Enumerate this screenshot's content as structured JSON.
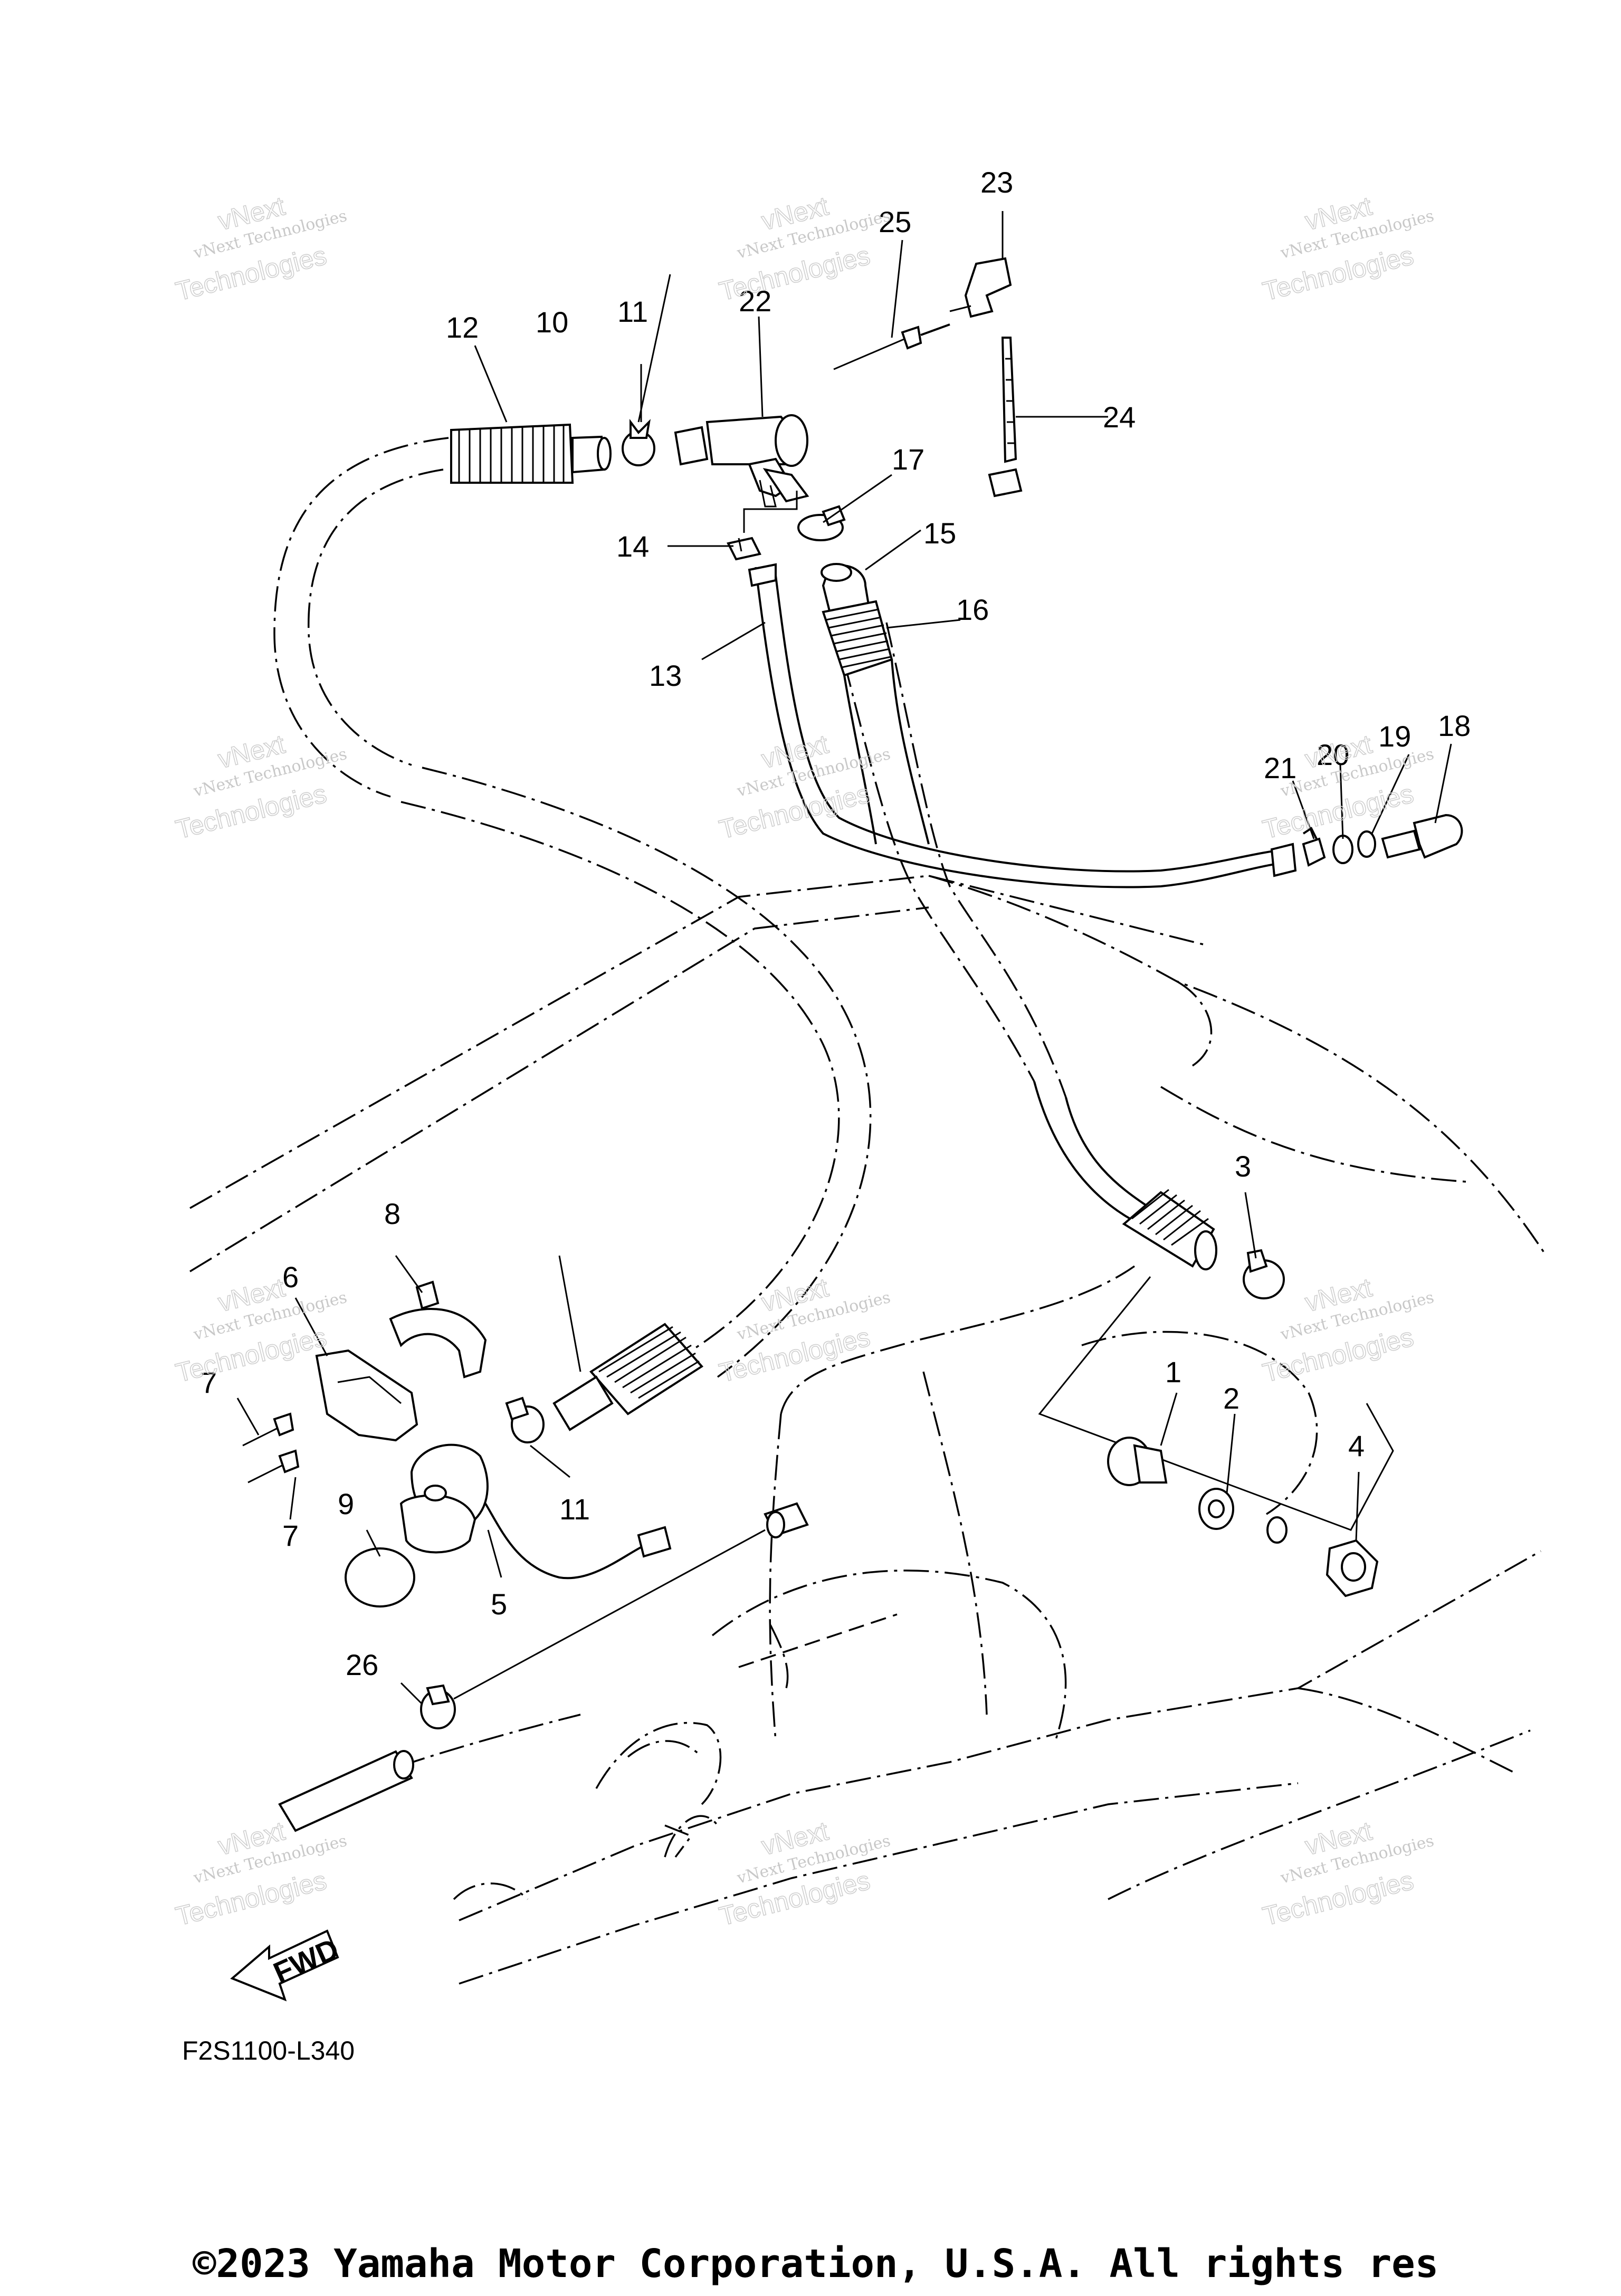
{
  "diagram": {
    "callouts": [
      "1",
      "2",
      "3",
      "4",
      "5",
      "6",
      "7",
      "7",
      "8",
      "9",
      "10",
      "11",
      "11",
      "12",
      "13",
      "14",
      "15",
      "16",
      "17",
      "18",
      "19",
      "20",
      "21",
      "22",
      "23",
      "24",
      "25",
      "26"
    ],
    "watermark": {
      "line1": "vNext Technologies",
      "line2": "Technologies",
      "line3": "vNext"
    },
    "fwd_label": "FWD",
    "diagram_code": "F2S1100-L340",
    "copyright": "©2023 Yamaha Motor Corporation, U.S.A. All rights res"
  }
}
